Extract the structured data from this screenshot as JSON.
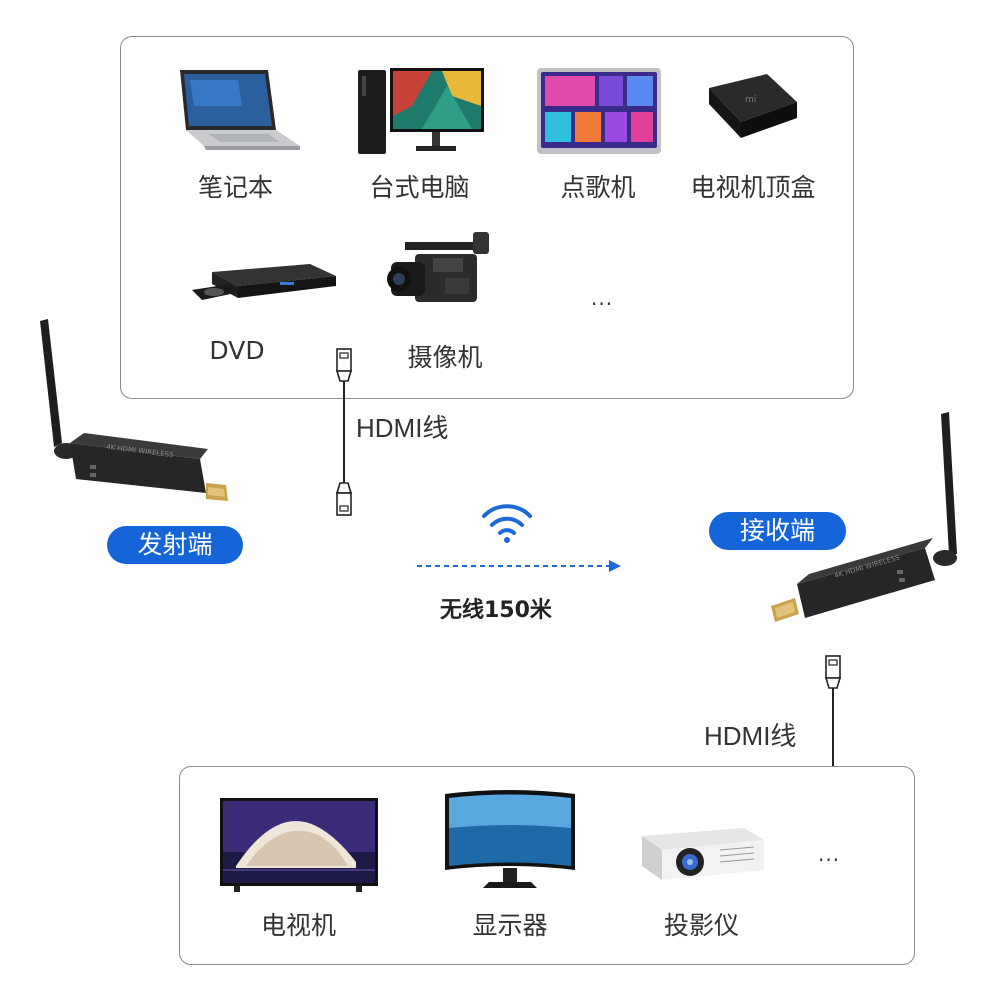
{
  "sources": {
    "items": [
      {
        "label": "笔记本",
        "icon": "laptop-icon"
      },
      {
        "label": "台式电脑",
        "icon": "desktop-pc-icon"
      },
      {
        "label": "点歌机",
        "icon": "karaoke-machine-icon"
      },
      {
        "label": "电视机顶盒",
        "icon": "tv-set-top-box-icon"
      },
      {
        "label": "DVD",
        "icon": "dvd-player-icon"
      },
      {
        "label": "摄像机",
        "icon": "video-camera-icon"
      }
    ],
    "more": "..."
  },
  "cables": {
    "top_label": "HDMI线",
    "bottom_label": "HDMI线"
  },
  "transmitter": {
    "label": "发射端"
  },
  "receiver": {
    "label": "接收端"
  },
  "wireless": {
    "label": "无线150米",
    "icon": "wifi-icon"
  },
  "displays": {
    "items": [
      {
        "label": "电视机",
        "icon": "tv-icon"
      },
      {
        "label": "显示器",
        "icon": "monitor-icon"
      },
      {
        "label": "投影仪",
        "icon": "projector-icon"
      }
    ],
    "more": "..."
  },
  "colors": {
    "accent": "#1565d8",
    "arrow": "#1e6ad6",
    "panel_border": "#8a8a8a"
  }
}
